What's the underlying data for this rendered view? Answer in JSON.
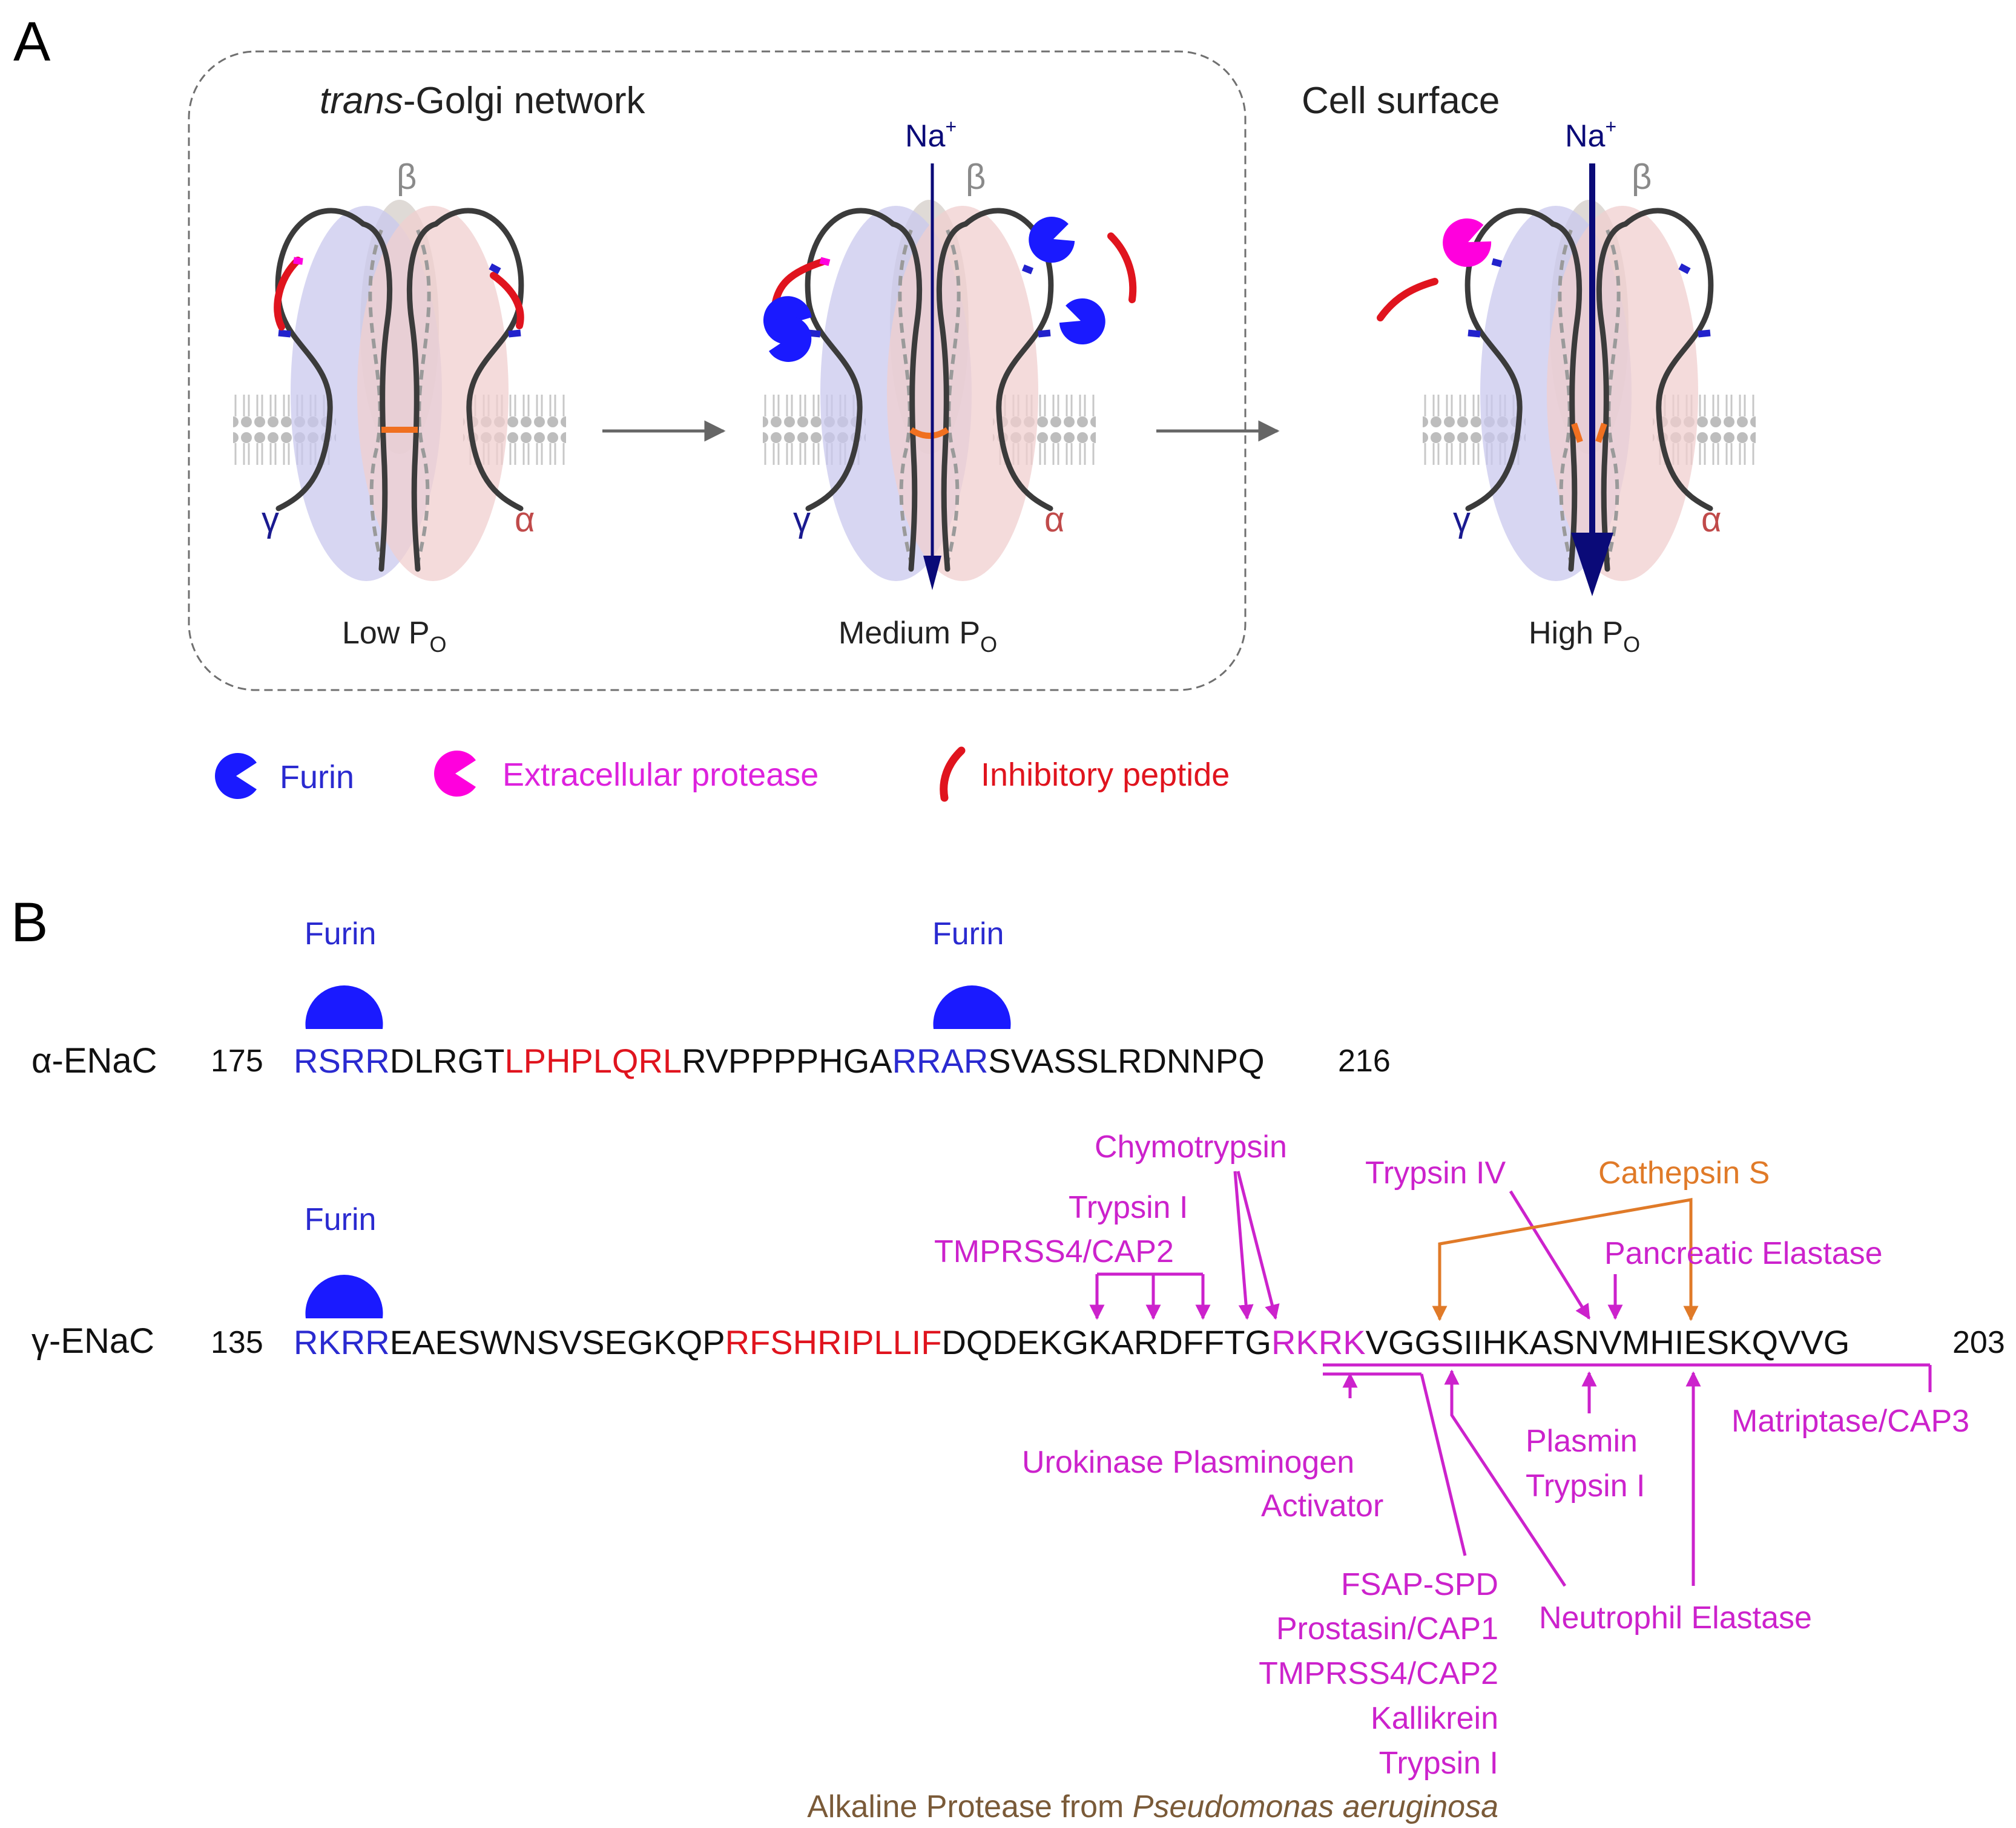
{
  "panel_a": {
    "letter": "A",
    "golgi_label_italic": "trans",
    "golgi_label_rest": "-Golgi network",
    "surface_label": "Cell surface",
    "beta": "β",
    "gamma": "γ",
    "alpha": "α",
    "na": "Na",
    "na_sup": "+",
    "po_prefix": "P",
    "po_sub": "O",
    "states": [
      {
        "label": "Low "
      },
      {
        "label": "Medium "
      },
      {
        "label": "High "
      }
    ],
    "legend": {
      "furin": "Furin",
      "protease": "Extracellular protease",
      "peptide": "Inhibitory peptide"
    },
    "colors": {
      "furin": "#1a1aff",
      "protease": "#ff00dd",
      "peptide": "#e0141e",
      "gamma_fill": "#c9c8ee",
      "alpha_fill": "#f0cfcf",
      "beta_fill": "#dcd6d2",
      "outline": "#3b3b3b",
      "gate": "#f07020",
      "na_arrow": "#0a0a78"
    }
  },
  "panel_b": {
    "letter": "B",
    "furin": "Furin",
    "alpha_seq": {
      "name": "α-ENaC",
      "start": "175",
      "end": "216",
      "segments": [
        {
          "text": "RSRR",
          "color": "#2a2ad0"
        },
        {
          "text": "DLRGT",
          "color": "#111111"
        },
        {
          "text": "LPHPLQRL",
          "color": "#e0141e"
        },
        {
          "text": "RVPPPPHGA",
          "color": "#111111"
        },
        {
          "text": "RRAR",
          "color": "#2a2ad0"
        },
        {
          "text": "SVASSLRDNNPQ",
          "color": "#111111"
        }
      ]
    },
    "gamma_seq": {
      "name": "γ-ENaC",
      "start": "135",
      "end": "203",
      "segments": [
        {
          "text": "RKRR",
          "color": "#2a2ad0"
        },
        {
          "text": "EAESWNSVSEGKQP",
          "color": "#111111"
        },
        {
          "text": "RFSHRIPLLIF",
          "color": "#e0141e"
        },
        {
          "text": "DQDEKGKARDFFTG",
          "color": "#111111"
        },
        {
          "text": "RKRK",
          "color": "#cc22cc"
        },
        {
          "text": "VGGSIIHKASNVMHIESKQVVG",
          "color": "#111111"
        }
      ]
    },
    "proteases": {
      "chymotrypsin": "Chymotrypsin",
      "trypsin_i": "Trypsin I",
      "tmprss4": "TMPRSS4/CAP2",
      "trypsin_iv": "Trypsin IV",
      "cathepsin_s": "Cathepsin S",
      "pancreatic_elastase": "Pancreatic Elastase",
      "upa_line1": "Urokinase Plasminogen",
      "upa_line2": "Activator",
      "plasmin": "Plasmin",
      "plasmin_trypsin": "Trypsin I",
      "matriptase": "Matriptase/CAP3",
      "neutrophil_elastase": "Neutrophil Elastase",
      "group": [
        "FSAP-SPD",
        "Prostasin/CAP1",
        "TMPRSS4/CAP2",
        "Kallikrein",
        "Trypsin I"
      ],
      "alkaline_prefix": "Alkaline Protease from ",
      "alkaline_italic": "Pseudomonas aeruginosa"
    },
    "colors": {
      "magenta": "#cc22cc",
      "orange": "#e07a28",
      "brown": "#7a5a38",
      "furin_blue": "#1a1aff",
      "furin_text": "#2a2ad0"
    }
  }
}
